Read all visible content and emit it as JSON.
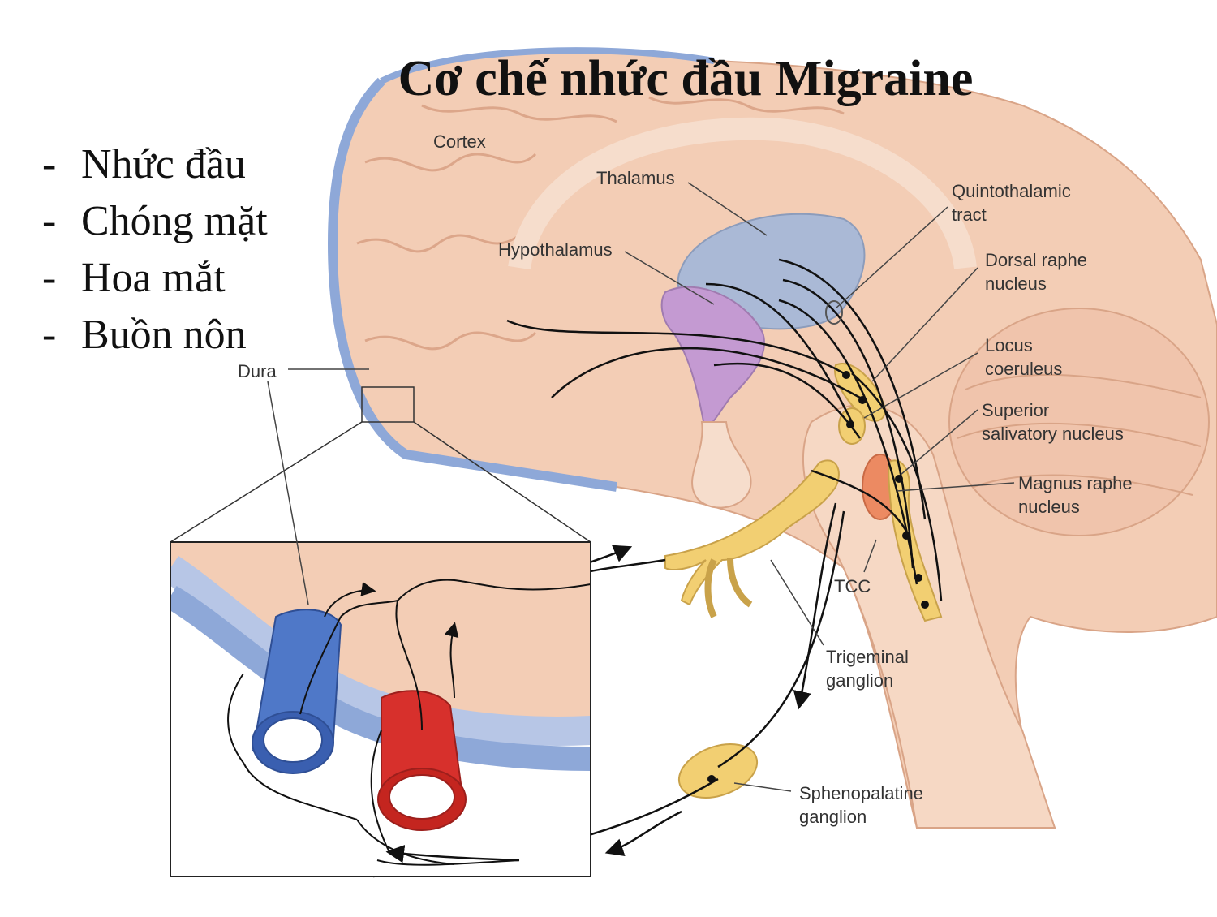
{
  "slide": {
    "title": "Cơ chế nhức đầu Migraine",
    "bullets": [
      {
        "dash": "-",
        "text": "Nhức đầu"
      },
      {
        "dash": "-",
        "text": "Chóng mặt"
      },
      {
        "dash": "-",
        "text": "Hoa mắt"
      },
      {
        "dash": "-",
        "text": "Buồn nôn"
      }
    ]
  },
  "diagram": {
    "labels": {
      "cortex": "Cortex",
      "thalamus": "Thalamus",
      "hypothalamus": "Hypothalamus",
      "quintothalamic_1": "Quintothalamic",
      "quintothalamic_2": "tract",
      "dorsal_raphe_1": "Dorsal raphe",
      "dorsal_raphe_2": "nucleus",
      "locus_1": "Locus",
      "locus_2": "coeruleus",
      "salivatory_1": "Superior",
      "salivatory_2": "salivatory nucleus",
      "magnus_1": "Magnus raphe",
      "magnus_2": "nucleus",
      "dura": "Dura",
      "tcc": "TCC",
      "trigeminal_1": "Trigeminal",
      "trigeminal_2": "ganglion",
      "spheno_1": "Sphenopalatine",
      "spheno_2": "ganglion"
    },
    "colors": {
      "brain": "#f3cdb5",
      "brain_fold": "#e2ad90",
      "dura": "#8ea8d8",
      "thalamus": "#aab9d6",
      "hypothalamus": "#c49ad2",
      "ganglion": "#f2cf72",
      "vein": "#4f78c8",
      "artery": "#d7302c",
      "magnus_raphe": "#ec8a62"
    }
  }
}
